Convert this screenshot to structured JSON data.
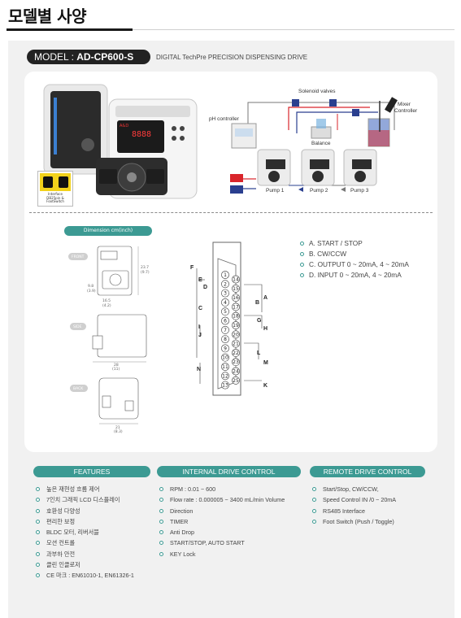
{
  "page": {
    "title": "모델별 사양"
  },
  "model": {
    "prefix": "MODEL : ",
    "name": "AD-CP600-S",
    "description": "DIGITAL TechPre PRECISION DISPENSING DRIVE"
  },
  "hero": {
    "brand": "A&D",
    "display_digits": "8888",
    "interface_badge": [
      "Interface",
      "DB25pin &",
      "FootSwitch"
    ]
  },
  "system_diagram": {
    "labels": {
      "solenoid_valves": "Solenoid valves",
      "mixer_controller": [
        "Mixer",
        "Controller"
      ],
      "ph_controller": "pH controller",
      "balance": "Balance",
      "pump1": "Pump 1",
      "pump2": "Pump 2",
      "pump3": "Pump 3"
    },
    "colors": {
      "red_line": "#d9252b",
      "blue_line": "#2a3f8f",
      "gray_line": "#777777"
    }
  },
  "dimension": {
    "title": "Dimension cm(inch)",
    "views": {
      "front": "FRONT",
      "side": "SIDE",
      "back": "BACK"
    },
    "measures": {
      "height": "23.7",
      "height_in": "(9.7)",
      "left1": "9.8",
      "left2": "(3.9)",
      "bottom1": "16.5",
      "bottom2": "(4.2)",
      "side_w": "28",
      "side_w_in": "(11)",
      "back_w": "21",
      "back_w_in": "(8.3)"
    }
  },
  "connector": {
    "pins_right": [
      "1",
      "2",
      "3",
      "4",
      "5",
      "6",
      "7",
      "8",
      "9",
      "10",
      "11",
      "12",
      "13"
    ],
    "pins_left": [
      "14",
      "15",
      "16",
      "17",
      "18",
      "19",
      "20",
      "21",
      "22",
      "23",
      "24",
      "25"
    ],
    "letters": {
      "A": "A",
      "B": "B",
      "C": "C",
      "D": "D",
      "E": "E",
      "F": "F",
      "G": "G",
      "H": "H",
      "I": "I",
      "J": "J",
      "K": "K",
      "L": "L",
      "M": "M",
      "N": "N"
    }
  },
  "signals": [
    "A. START / STOP",
    "B. CW/CCW",
    "C. OUTPUT 0 ~ 20mA, 4 ~ 20mA",
    "D. INPUT 0 ~ 20mA, 4 ~ 20mA"
  ],
  "sections": {
    "features": {
      "title": "FEATURES",
      "items": [
        "높은 재현성 흐름 제어",
        "7인치 그래픽 LCD 디스플레이",
        "호환성 다양성",
        "편리한 보정",
        "BLDC 모터, 리버서블",
        "모션 컨트롤",
        "과부하 안전",
        "클린 인클로저",
        "CE 마크 : EN61010-1, EN61326-1"
      ]
    },
    "internal": {
      "title": "INTERNAL DRIVE CONTROL",
      "items": [
        "RPM : 0.01 ~ 600",
        "Flow rate : 0.000005 ~ 3400 mL/min Volume",
        "Direction",
        "TIMER",
        "Anti Drop",
        "START/STOP, AUTO START",
        "KEY Lock"
      ]
    },
    "remote": {
      "title": "REMOTE DRIVE CONTROL",
      "items": [
        "Start/Stop, CW/CCW,",
        "Speed Control IN /0 ~ 20mA",
        "RS485 Interface",
        "Foot Switch (Push / Toggle)"
      ]
    }
  },
  "colors": {
    "accent": "#3c9a93",
    "dark": "#222222",
    "panel_bg": "#f1f1f1"
  }
}
